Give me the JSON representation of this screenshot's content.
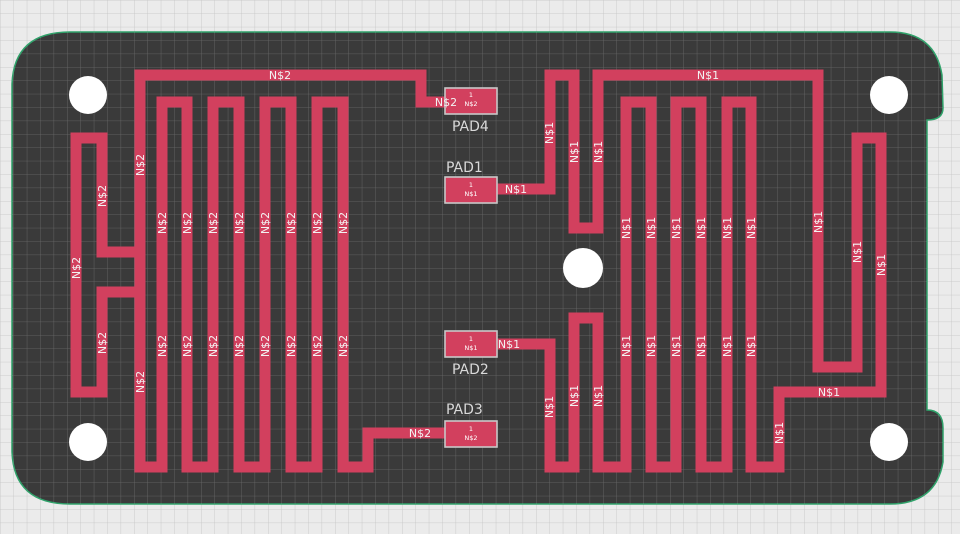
{
  "colors": {
    "background": "#ebebeb",
    "grid_line": "#c4c4c4",
    "board": "#3a3a3a",
    "board_outline": "#2fa26a",
    "trace": "#d2405e",
    "pad_outline": "#c8c8c8",
    "text": "#f2f2f2"
  },
  "nets": {
    "net1": "N$1",
    "net2": "N$2"
  },
  "pads": [
    {
      "name": "PAD4",
      "net": "N$2",
      "pin": "1"
    },
    {
      "name": "PAD1",
      "net": "N$1",
      "pin": "1"
    },
    {
      "name": "PAD2",
      "net": "N$1",
      "pin": "1"
    },
    {
      "name": "PAD3",
      "net": "N$2",
      "pin": "1"
    }
  ]
}
